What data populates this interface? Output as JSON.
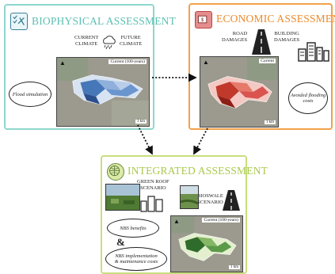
{
  "biophysical": {
    "title": "BIOPHYSICAL ASSESSMENT",
    "current_climate": "CURRENT\nCLIMATE",
    "future_climate": "FUTURE\nCLIMATE",
    "map_label": "Current (100-years)",
    "scale_label": "1 km",
    "note": "Flood simulation"
  },
  "economic": {
    "title": "ECONOMIC ASSESSMENT",
    "road_damages": "ROAD\nDAMAGES",
    "building_damages": "BUILDING\nDAMAGES",
    "map_label": "Current",
    "scale_label": "1 km",
    "note": "Avoided flooding\ncosts"
  },
  "integrated": {
    "title": "INTEGRATED ASSESSMENT",
    "green_roof": "GREEN ROOF\nSCENARIO",
    "bioswale": "BIOSWALE\nSCENARIO",
    "map_label": "Current (100-years)",
    "scale_label": "1 km",
    "note_benefits": "NBS benefits",
    "amp": "&",
    "note_costs": "NBS implementation\n& maintenance costs"
  },
  "colors": {
    "bio_border": "#8fd7cd",
    "eco_border": "#f1a24a",
    "int_border": "#c9de7e"
  },
  "icons": [
    "checklist-tools-icon",
    "cash-register-icon",
    "globe-icon",
    "rain-cloud-icon",
    "road-icon",
    "buildings-icon",
    "north-arrow-icon"
  ]
}
